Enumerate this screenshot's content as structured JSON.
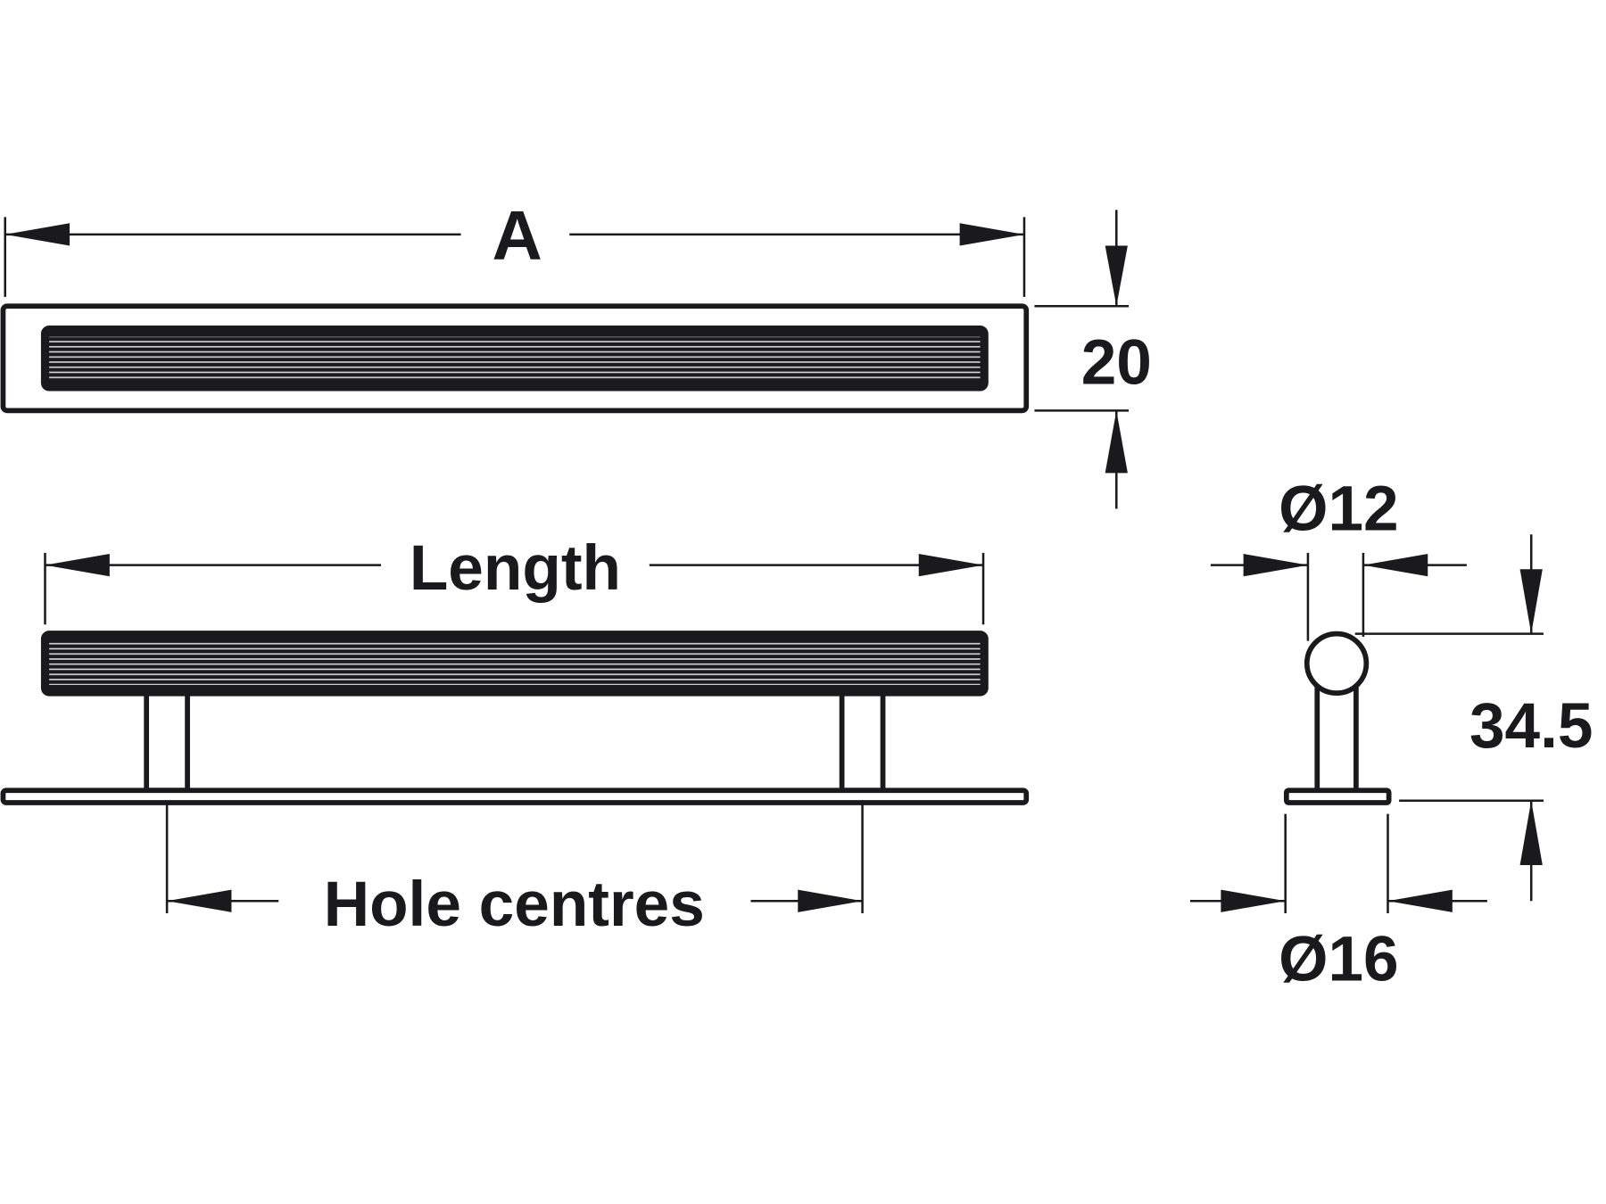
{
  "drawing": {
    "top_view": {
      "overall_length_label": "A",
      "height_label": "20"
    },
    "front_view": {
      "length_label": "Length",
      "hole_centres_label": "Hole centres"
    },
    "side_view": {
      "bar_diameter_label": "Ø12",
      "base_diameter_label": "Ø16",
      "projection_label": "34.5"
    },
    "colors": {
      "ink": "#1a1a1c",
      "background": "#ffffff"
    }
  }
}
